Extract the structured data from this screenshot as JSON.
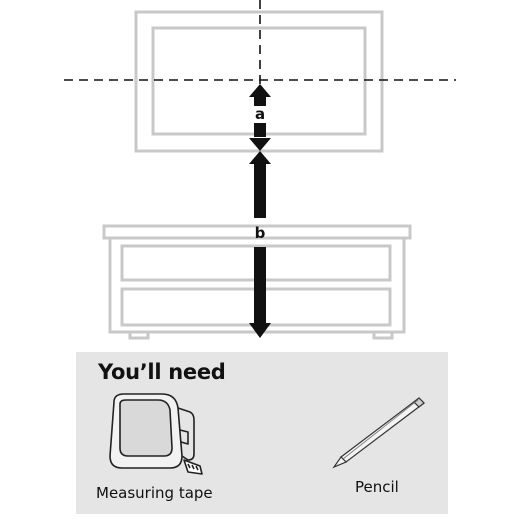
{
  "dimensions": {
    "a_label": "a",
    "b_label": "b"
  },
  "tools_panel": {
    "title": "You’ll need",
    "tools": [
      {
        "label": "Measuring tape",
        "icon": "measuring-tape-icon"
      },
      {
        "label": "Pencil",
        "icon": "pencil-icon"
      }
    ]
  },
  "colors": {
    "outline": "#c8c8c8",
    "arrow": "#111111",
    "panel_bg": "#e5e5e5"
  }
}
